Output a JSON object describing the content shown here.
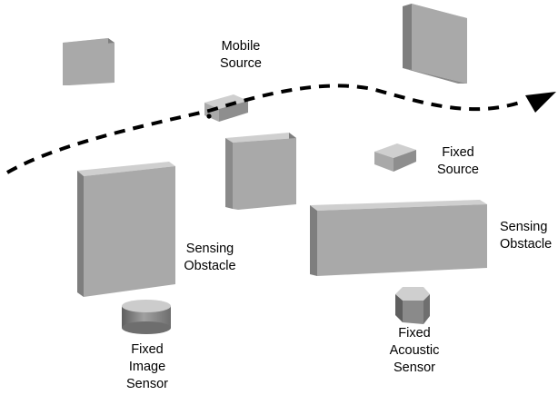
{
  "labels": {
    "mobile_source": [
      "Mobile",
      "Source"
    ],
    "fixed_source": [
      "Fixed",
      "Source"
    ],
    "sensing_obstacle_left": [
      "Sensing",
      "Obstacle"
    ],
    "sensing_obstacle_right": [
      "Sensing",
      "Obstacle"
    ],
    "fixed_image_sensor": [
      "Fixed",
      "Image",
      "Sensor"
    ],
    "fixed_acoustic_sensor": [
      "Fixed",
      "Acoustic",
      "Sensor"
    ]
  },
  "colors": {
    "front": "#a9a9a9",
    "side": "#7e7e7e",
    "top": "#cfcfcf",
    "path": "#000000",
    "background": "#ffffff"
  },
  "icons": {
    "path_arrow": "dashed-arrow-icon"
  }
}
